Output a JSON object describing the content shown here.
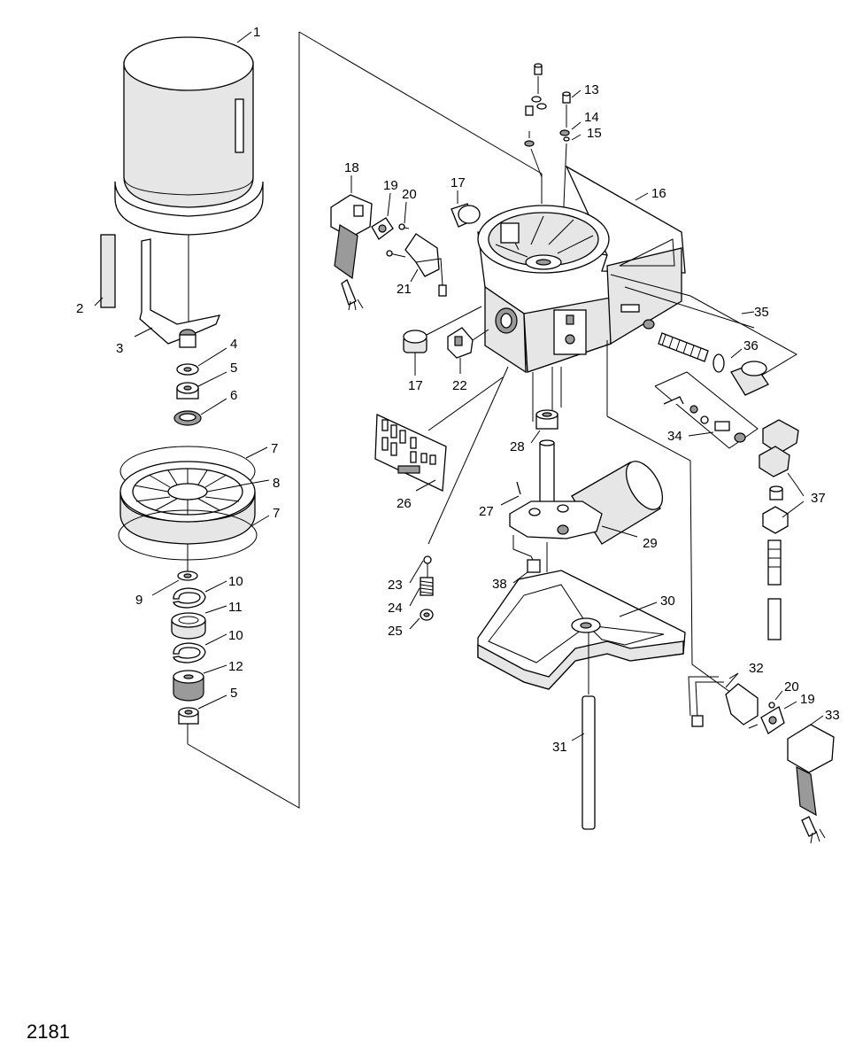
{
  "figure_number": "2181",
  "callouts": {
    "c1": "1",
    "c2": "2",
    "c3": "3",
    "c4": "4",
    "c5a": "5",
    "c5b": "5",
    "c6": "6",
    "c7a": "7",
    "c7b": "7",
    "c8": "8",
    "c9": "9",
    "c10a": "10",
    "c10b": "10",
    "c11": "11",
    "c12": "12",
    "c13": "13",
    "c14": "14",
    "c15": "15",
    "c16": "16",
    "c17a": "17",
    "c17b": "17",
    "c18": "18",
    "c19a": "19",
    "c19b": "19",
    "c20a": "20",
    "c20b": "20",
    "c21": "21",
    "c22": "22",
    "c23": "23",
    "c24": "24",
    "c25": "25",
    "c26": "26",
    "c27": "27",
    "c28": "28",
    "c29": "29",
    "c30": "30",
    "c31": "31",
    "c32": "32",
    "c33": "33",
    "c34": "34",
    "c35": "35",
    "c36": "36",
    "c37": "37",
    "c38": "38"
  }
}
